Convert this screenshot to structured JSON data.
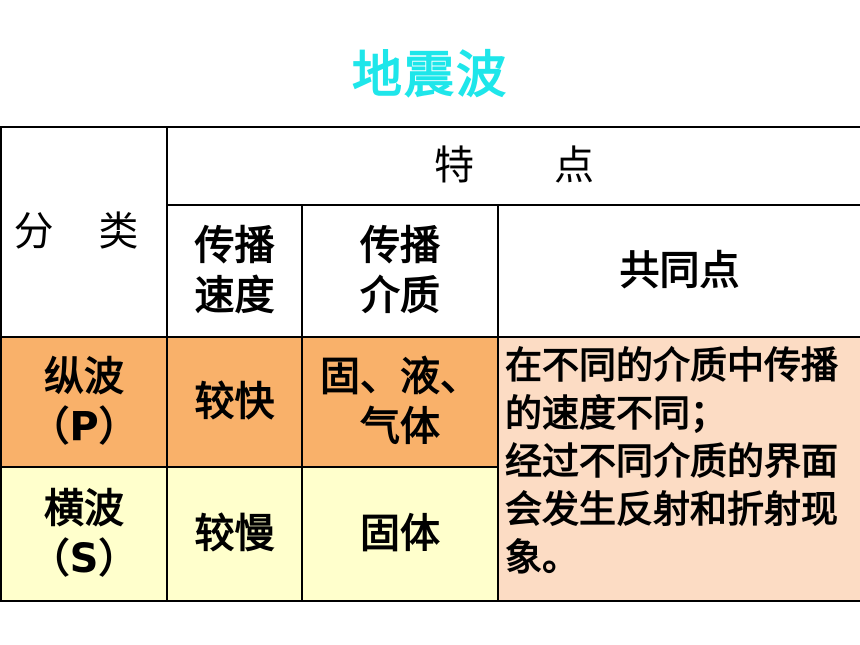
{
  "title": "地震波",
  "table": {
    "classification_header": "分 类",
    "features_header": "特　　点",
    "speed_header": "传播\n速度",
    "medium_header": "传播\n介质",
    "common_header": "共同点",
    "rows": [
      {
        "name": "纵波\n（P）",
        "speed": "较快",
        "medium": "固、液、\n气体"
      },
      {
        "name": "横波\n（S）",
        "speed": "较慢",
        "medium": "固体"
      }
    ],
    "common_text": "在不同的介质中传播的速度不同；\n经过不同介质的界面会发生反射和折射现象。"
  },
  "colors": {
    "title": "#1ee6ea",
    "p_row": "#f9b16a",
    "s_row": "#ffffcc",
    "common_cell": "#fcdcc4"
  }
}
